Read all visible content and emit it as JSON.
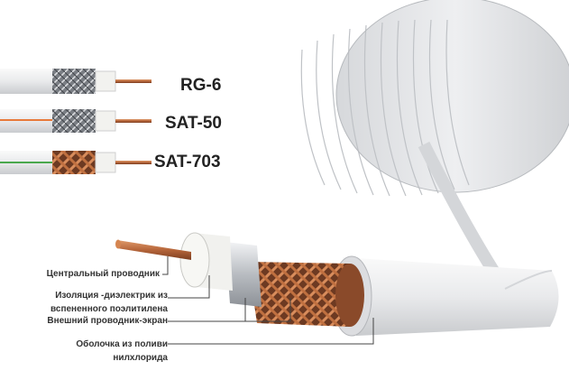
{
  "cable_types": [
    {
      "label": "RG-6",
      "stripe": ""
    },
    {
      "label": "SAT-50",
      "stripe": "#e87a3a"
    },
    {
      "label": "SAT-703",
      "stripe": "#4aa84e"
    }
  ],
  "callouts": [
    {
      "line1": "Центральный проводник",
      "line2": ""
    },
    {
      "line1": "Изоляция -диэлектрик из",
      "line2": "вспененного поэлитилена"
    },
    {
      "line1": "Внешний проводник-экран",
      "line2": ""
    },
    {
      "line1": "Оболочка из поливи",
      "line2": "нилхлорида"
    }
  ],
  "colors": {
    "jacket": "#e6e7e9",
    "copper": "#b5653a",
    "dielectric": "#f4f4f2",
    "foil": "#c9ccd0"
  }
}
